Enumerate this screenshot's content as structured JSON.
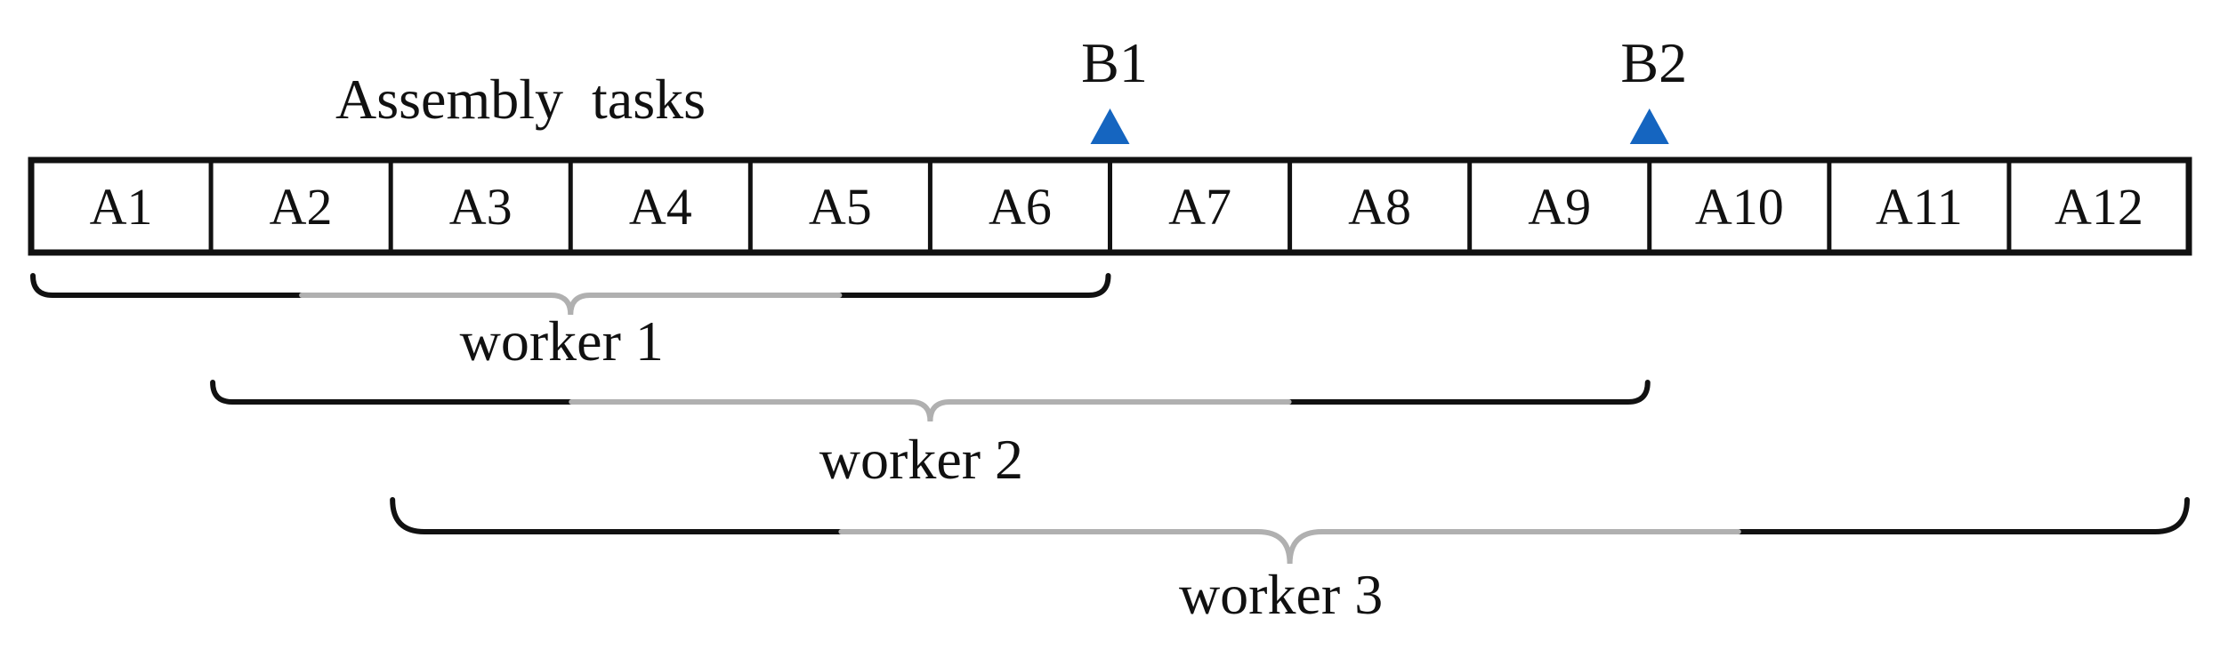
{
  "title": "Assembly  tasks",
  "tasks": [
    "A1",
    "A2",
    "A3",
    "A4",
    "A5",
    "A6",
    "A7",
    "A8",
    "A9",
    "A10",
    "A11",
    "A12"
  ],
  "breakpoints": [
    {
      "label": "B1",
      "after_task": "A6"
    },
    {
      "label": "B2",
      "after_task": "A9"
    }
  ],
  "workers": [
    {
      "label": "worker 1",
      "from_task": "A1",
      "to_task": "A6"
    },
    {
      "label": "worker 2",
      "from_task": "A2",
      "to_task": "A9"
    },
    {
      "label": "worker 3",
      "from_task": "A3",
      "to_task": "A12"
    }
  ],
  "colors": {
    "line": "#111111",
    "brace_middle": "#b0b0b0",
    "marker": "#1565c0"
  }
}
